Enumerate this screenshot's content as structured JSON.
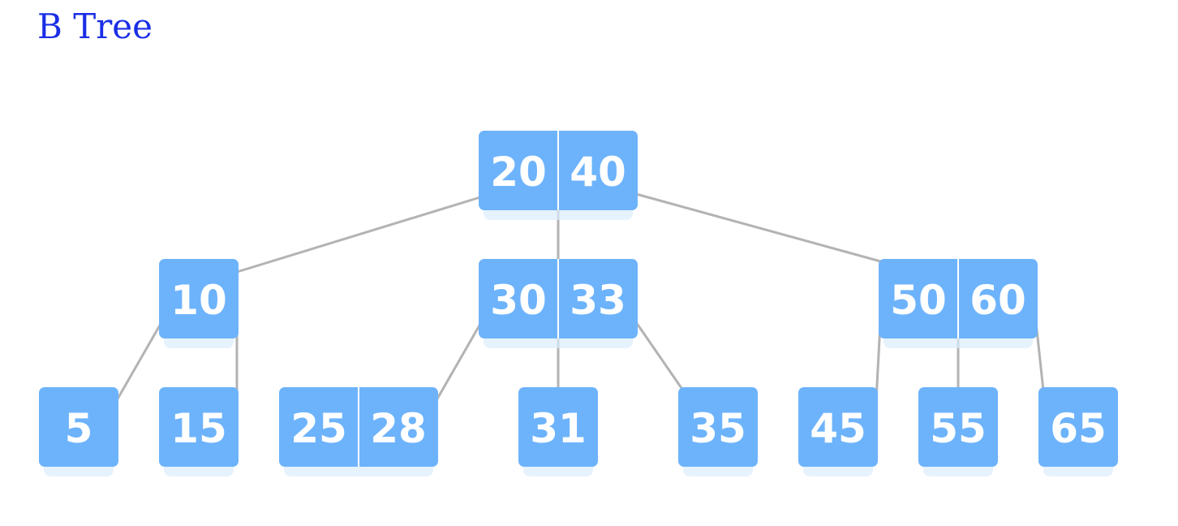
{
  "title": "B Tree",
  "colors": {
    "title": "#1a2ee6",
    "node_fill": "#6db3fb",
    "key_text": "#ffffff",
    "edge": "#b3b3b3"
  },
  "tree": {
    "root": {
      "keys": [
        "20",
        "40"
      ],
      "children": [
        {
          "keys": [
            "10"
          ],
          "children": [
            {
              "keys": [
                "5"
              ]
            },
            {
              "keys": [
                "15"
              ]
            }
          ]
        },
        {
          "keys": [
            "30",
            "33"
          ],
          "children": [
            {
              "keys": [
                "25",
                "28"
              ]
            },
            {
              "keys": [
                "31"
              ]
            },
            {
              "keys": [
                "35"
              ]
            }
          ]
        },
        {
          "keys": [
            "50",
            "60"
          ],
          "children": [
            {
              "keys": [
                "45"
              ]
            },
            {
              "keys": [
                "55"
              ]
            },
            {
              "keys": [
                "65"
              ]
            }
          ]
        }
      ]
    }
  }
}
